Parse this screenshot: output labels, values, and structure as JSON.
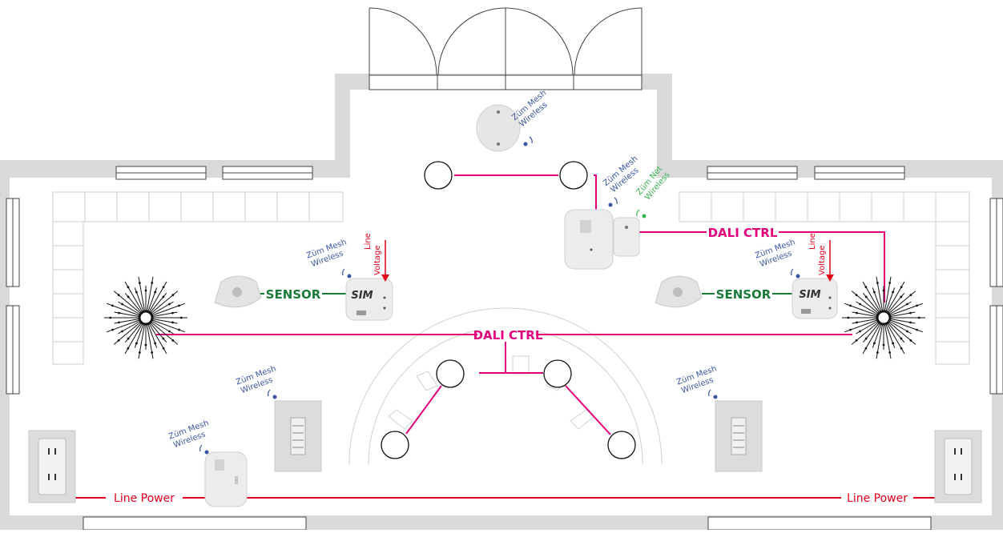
{
  "colors": {
    "wall": "#d9d9d9",
    "dali": "#e4007c",
    "power": "#e3001b",
    "sensor": "#1a7a3a",
    "mesh": "#3a55a4",
    "net": "#37b24d"
  },
  "labels": {
    "dali_top": "DALI CTRL",
    "dali_center": "DALI CTRL",
    "line_power_left": "Line Power",
    "line_power_right": "Line Power",
    "sensor_left": "SENSOR",
    "sensor_right": "SENSOR",
    "sim_left": "SIM",
    "sim_right": "SIM",
    "mesh_line1": "Züm Mesh",
    "mesh_line2": "Wireless",
    "net_line1": "Züm Net",
    "net_line2": "Wireless",
    "voltage_line1": "Line",
    "voltage_line2": "Voltage"
  }
}
